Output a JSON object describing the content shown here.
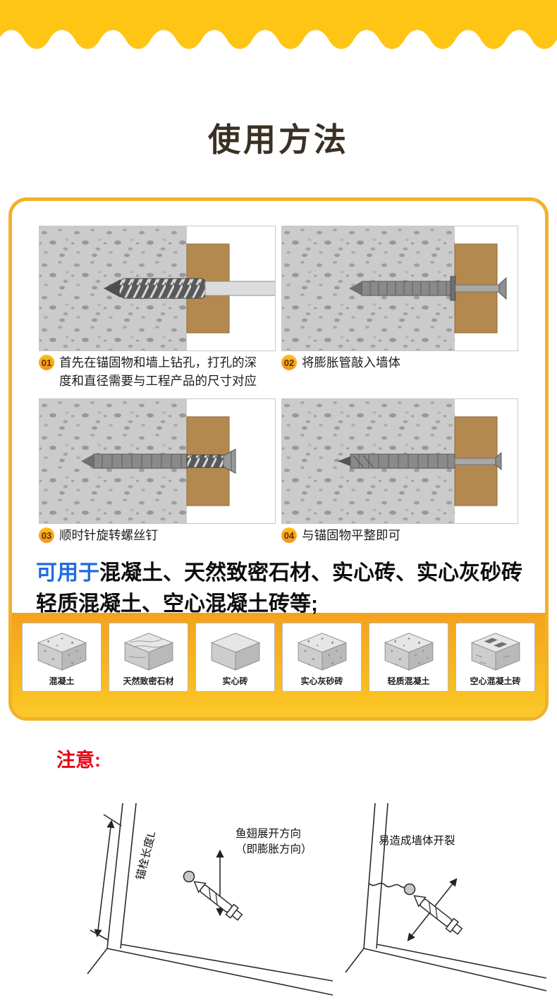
{
  "page": {
    "title": "使用方法"
  },
  "steps": [
    {
      "num": "01",
      "text": "首先在锚固物和墙上钻孔，打孔的深度和直径需要与工程产品的尺寸对应"
    },
    {
      "num": "02",
      "text": "将膨胀管敲入墙体"
    },
    {
      "num": "03",
      "text": "顺时针旋转螺丝钉"
    },
    {
      "num": "04",
      "text": "与锚固物平整即可"
    }
  ],
  "usage": {
    "prefix": "可用于",
    "line1": "混凝土、天然致密石材、实心砖、实心灰砂砖",
    "line2": "轻质混凝土、空心混凝土砖等;"
  },
  "materials": [
    "混凝土",
    "天然致密石材",
    "实心砖",
    "实心灰砂砖",
    "轻质混凝土",
    "空心混凝土砖"
  ],
  "note": {
    "label": "注意:",
    "length_label": "锚栓长度L",
    "direction_line1": "鱼翅展开方向",
    "direction_line2": "（即膨胀方向）",
    "crack_label": "易造成墙体开裂"
  },
  "colors": {
    "brand_yellow": "#ffc515",
    "card_border": "#f0b228",
    "band_orange": "#f5a11e",
    "accent_blue": "#1f6be0",
    "note_red": "#e60013",
    "badge_orange": "#f6921e"
  }
}
